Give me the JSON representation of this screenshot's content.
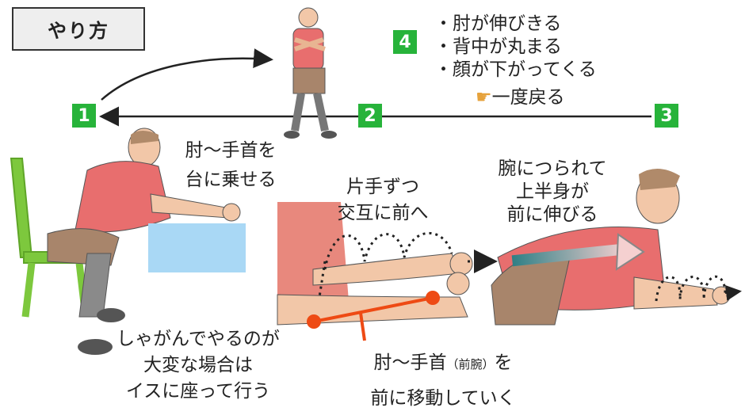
{
  "title": "やり方",
  "badges": [
    "1",
    "2",
    "3",
    "4"
  ],
  "notes": {
    "step4": [
      "・肘が伸びきる",
      "・背中が丸まる",
      "・顔が下がってくる"
    ],
    "step4_back_icon": "pointing-hand-icon",
    "step4_back": "一度戻る",
    "place_on_table": [
      "肘〜手首を",
      "台に乗せる"
    ],
    "alternate": [
      "片手ずつ",
      "交互に前へ"
    ],
    "body_follows": [
      "腕につられて",
      "上半身が",
      "前に伸びる"
    ],
    "chair_hint": [
      "しゃがんでやるのが",
      "大変な場合は",
      "イスに座って行う"
    ],
    "forearm_move": {
      "main": "肘〜手首",
      "small": "（前腕）",
      "after": "を",
      "line2": "前に移動していく"
    }
  },
  "colors": {
    "badge_green": "#27b33a",
    "skin": "#f2c7a8",
    "shirt": "#e86e6e",
    "table": "#a9d8f5",
    "chair": "#7dc83d",
    "marker": "#ee4a14"
  }
}
